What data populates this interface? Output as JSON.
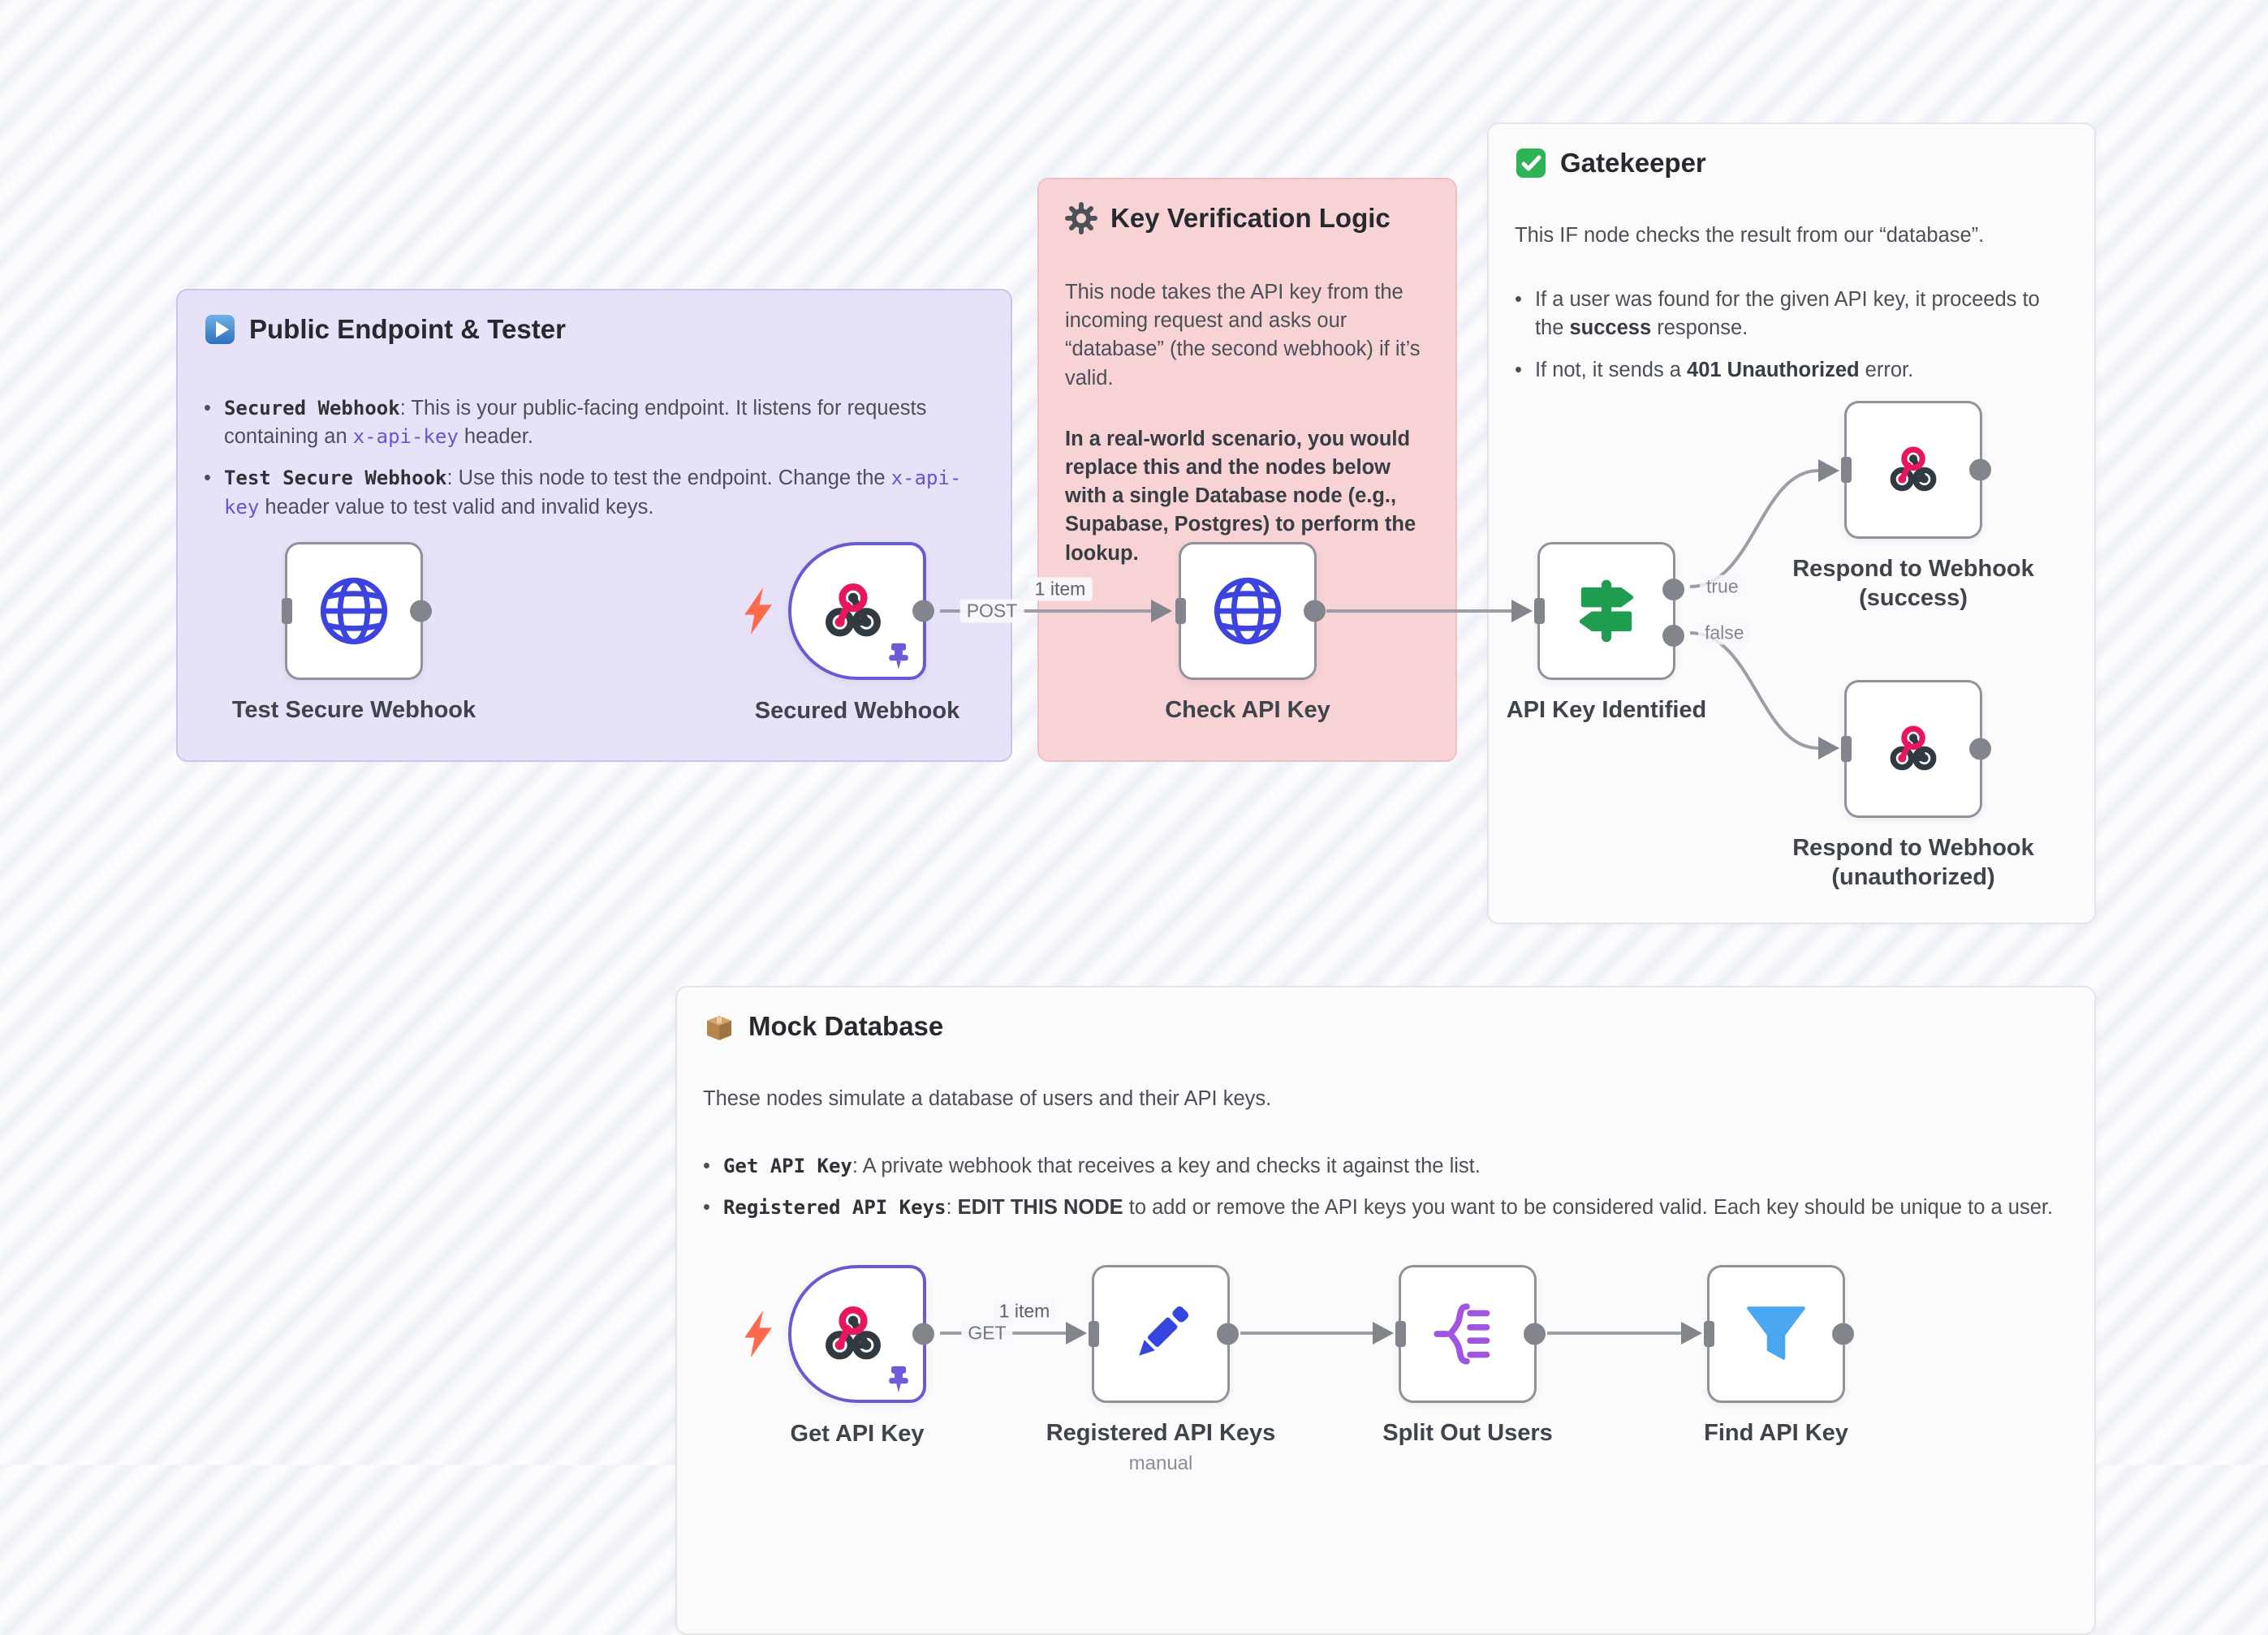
{
  "canvas": {
    "background_stripe_light": "#fdfdfe",
    "background_stripe_dark": "#eef0f8"
  },
  "colors": {
    "note_purple_bg": "#e7e2f7",
    "note_pink_bg": "#f8d3d5",
    "note_light_bg": "#fbfbfc",
    "node_border": "#8f929b",
    "trigger_border": "#685ad1",
    "connector": "#9b9ea6",
    "port": "#83858d",
    "icon_blue": "#3d43de",
    "icon_green": "#1f9d50",
    "icon_purple": "#a055e0",
    "icon_lightblue": "#4aa7f2",
    "webhook_pink": "#e8175d",
    "webhook_dark": "#303a40",
    "bolt_orange": "#ff6a4d",
    "pin_purple": "#6d5cd8",
    "code_text": "#6257cf"
  },
  "notes": {
    "public": {
      "icon": "play-button-emoji",
      "title": "Public Endpoint & Tester",
      "b1": {
        "lead": "Secured Webhook",
        "t1": ": This is your public-facing endpoint. It listens for requests containing an ",
        "code": "x-api-key",
        "t2": " header."
      },
      "b2": {
        "lead": "Test Secure Webhook",
        "t1": ": Use this node to test the endpoint. Change the ",
        "code": "x-api-key",
        "t2": " header value to test valid and invalid keys."
      }
    },
    "keylogic": {
      "icon": "gear-emoji",
      "title": "Key Verification Logic",
      "p1": "This node takes the API key from the incoming request and asks our “database” (the second webhook) if it’s valid.",
      "p2": "In a real-world scenario, you would replace this and the nodes below with a single Database node (e.g., Supabase, Postgres) to perform the lookup."
    },
    "gatekeeper": {
      "icon": "check-mark-emoji",
      "title": "Gatekeeper",
      "p1": "This IF node checks the result from our “database”.",
      "b1": {
        "t1": "If a user was found for the given API key, it proceeds to the ",
        "b": "success",
        "t2": " response."
      },
      "b2": {
        "t1": "If not, it sends a ",
        "b": "401 Unauthorized",
        "t2": " error."
      }
    },
    "mock": {
      "icon": "package-emoji",
      "title": "Mock Database",
      "p1": "These nodes simulate a database of users and their API keys.",
      "b1": {
        "lead": "Get API Key",
        "t1": ": A private webhook that receives a key and checks it against the list."
      },
      "b2": {
        "lead": "Registered API Keys",
        "t1": ": ",
        "b": "EDIT THIS NODE",
        "t2": " to add or remove the API keys you want to be considered valid. Each key should be unique to a user."
      }
    }
  },
  "nodes": {
    "test_webhook": {
      "label": "Test Secure Webhook",
      "icon": "globe-icon"
    },
    "secured_webhook": {
      "label": "Secured Webhook",
      "icon": "webhook-icon"
    },
    "check_api": {
      "label": "Check API Key",
      "icon": "globe-icon"
    },
    "if_node": {
      "label": "API Key Identified",
      "icon": "signpost-icon"
    },
    "respond_success": {
      "label": "Respond to Webhook\n(success)",
      "icon": "webhook-icon"
    },
    "respond_unauth": {
      "label": "Respond to Webhook\n(unauthorized)",
      "icon": "webhook-icon"
    },
    "get_api": {
      "label": "Get API Key",
      "icon": "webhook-icon"
    },
    "registered": {
      "label": "Registered API Keys",
      "subtitle": "manual",
      "icon": "pencil-icon"
    },
    "split_out": {
      "label": "Split Out Users",
      "icon": "split-out-icon"
    },
    "find_key": {
      "label": "Find API Key",
      "icon": "funnel-icon"
    }
  },
  "connections": {
    "post_label": "POST",
    "get_label": "GET",
    "true_label": "true",
    "false_label": "false",
    "item_top": "1 item",
    "item_bottom": "1 item"
  }
}
